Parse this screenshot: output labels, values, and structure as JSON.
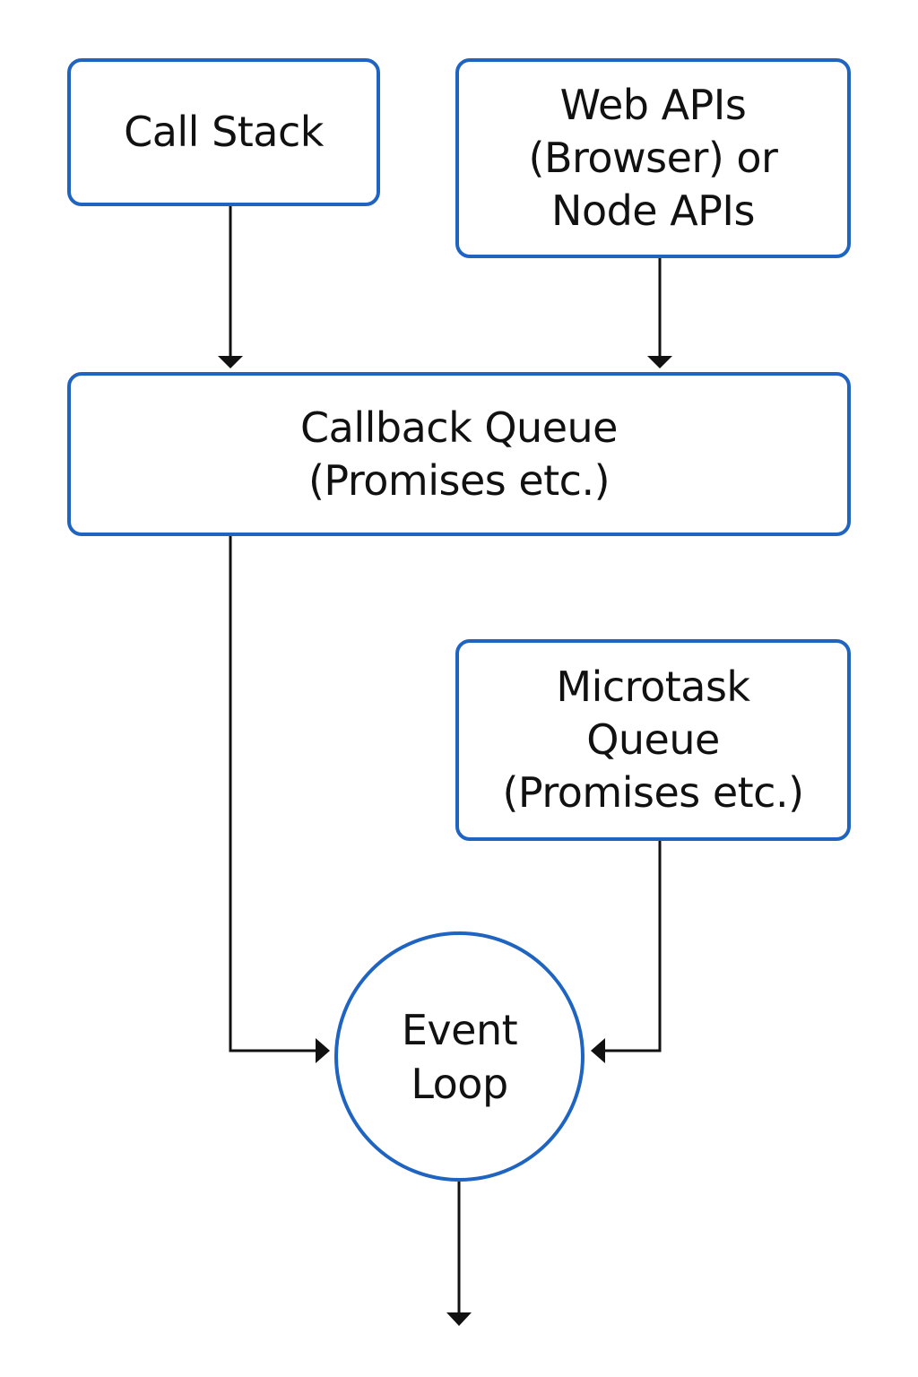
{
  "diagram": {
    "colors": {
      "node_border": "#1f64c0",
      "connector": "#111111",
      "background": "#ffffff"
    },
    "nodes": {
      "call_stack": {
        "label": "Call Stack"
      },
      "web_apis": {
        "label": "Web APIs\n(Browser) or\nNode APIs"
      },
      "callback_queue": {
        "label": "Callback Queue\n(Promises etc.)"
      },
      "microtask_queue": {
        "label": "Microtask\nQueue\n(Promises etc.)"
      },
      "event_loop": {
        "label": "Event\nLoop"
      }
    },
    "edges": [
      {
        "from": "call_stack",
        "to": "callback_queue"
      },
      {
        "from": "web_apis",
        "to": "callback_queue"
      },
      {
        "from": "callback_queue",
        "to": "event_loop"
      },
      {
        "from": "microtask_queue",
        "to": "event_loop"
      },
      {
        "from": "event_loop",
        "to": ""
      }
    ]
  }
}
